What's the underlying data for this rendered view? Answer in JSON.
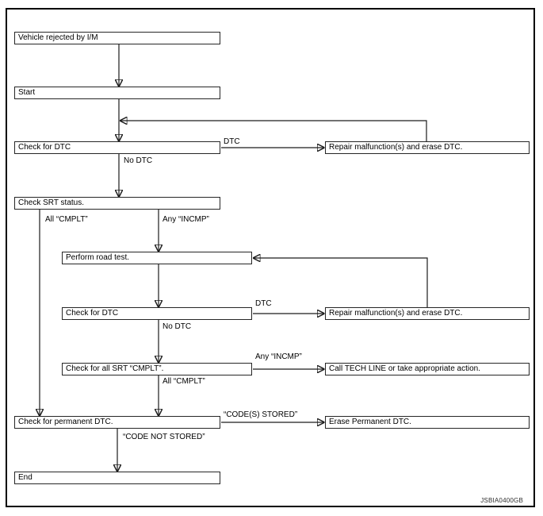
{
  "diagram": {
    "figure_code": "JSBIA0400GB",
    "colors": {
      "line": "#1c1c1c",
      "background": "#ffffff",
      "text": "#000000"
    },
    "nodes": {
      "vehicle_rejected": "Vehicle rejected by I/M",
      "start": "Start",
      "check_dtc_1": "Check for DTC",
      "repair_1": "Repair malfunction(s) and erase DTC.",
      "check_srt": "Check SRT status.",
      "road_test": "Perform road test.",
      "check_dtc_2": "Check for DTC",
      "repair_2": "Repair malfunction(s) and erase DTC.",
      "check_all_srt": "Check for all SRT “CMPLT”.",
      "call_tech_line": "Call TECH LINE or take appropriate action.",
      "check_permanent": "Check for permanent DTC.",
      "erase_permanent": "Erase Permanent DTC.",
      "end": "End"
    },
    "edge_labels": {
      "dtc_1": "DTC",
      "no_dtc_1": "No DTC",
      "all_cmplt_1": "All “CMPLT”",
      "any_incmp_1": "Any “INCMP”",
      "dtc_2": "DTC",
      "no_dtc_2": "No DTC",
      "any_incmp_2": "Any “INCMP”",
      "all_cmplt_2": "All “CMPLT”",
      "codes_stored": "“CODE(S) STORED”",
      "code_not_stored": "“CODE NOT STORED”"
    }
  }
}
